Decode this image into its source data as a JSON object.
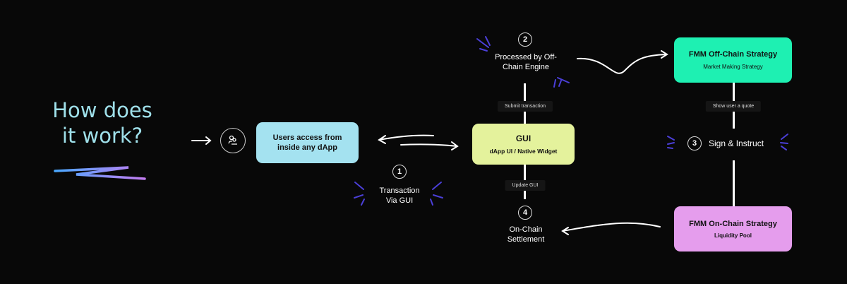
{
  "title": [
    "How does",
    "it work?"
  ],
  "colors": {
    "title": "#9fe0ea",
    "user_box": "#a4e2f0",
    "gui": "#e4f29c",
    "offchain": "#1ef0b2",
    "onchain": "#e59ded",
    "accent": "#4b3fd8"
  },
  "user_icon": "user-group-icon",
  "user_box": {
    "text": [
      "Users access from",
      "inside any dApp"
    ]
  },
  "gui": {
    "title": "GUI",
    "subtitle": "dApp UI / Native Widget"
  },
  "offchain": {
    "title": "FMM Off-Chain Strategy",
    "subtitle": "Market Making Strategy"
  },
  "onchain": {
    "title": "FMM On-Chain Strategy",
    "subtitle": "Liquidity Pool"
  },
  "steps": [
    {
      "num": "1",
      "label": [
        "Transaction",
        "Via GUI"
      ]
    },
    {
      "num": "2",
      "label": [
        "Processed by Off-",
        "Chain Engine"
      ]
    },
    {
      "num": "3",
      "label": [
        "Sign & Instruct"
      ]
    },
    {
      "num": "4",
      "label": [
        "On-Chain",
        "Settlement"
      ]
    }
  ],
  "pills": {
    "submit": "Submit transaction",
    "update": "Update GUI",
    "quote": "Show user a quote"
  }
}
